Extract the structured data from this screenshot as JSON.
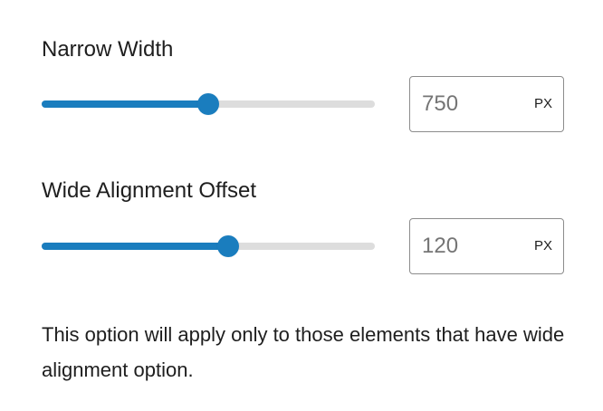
{
  "narrow_width": {
    "label": "Narrow Width",
    "value": "750",
    "unit": "PX",
    "slider_fraction": 0.5
  },
  "wide_offset": {
    "label": "Wide Alignment Offset",
    "value": "120",
    "unit": "PX",
    "slider_fraction": 0.56
  },
  "help_text": "This option will apply only to those elements that have wide alignment option.",
  "colors": {
    "accent": "#1a7dbe",
    "track": "#dddddd",
    "text": "#1e1e1e",
    "input_text": "#757575",
    "input_border": "#8c8c8c"
  }
}
